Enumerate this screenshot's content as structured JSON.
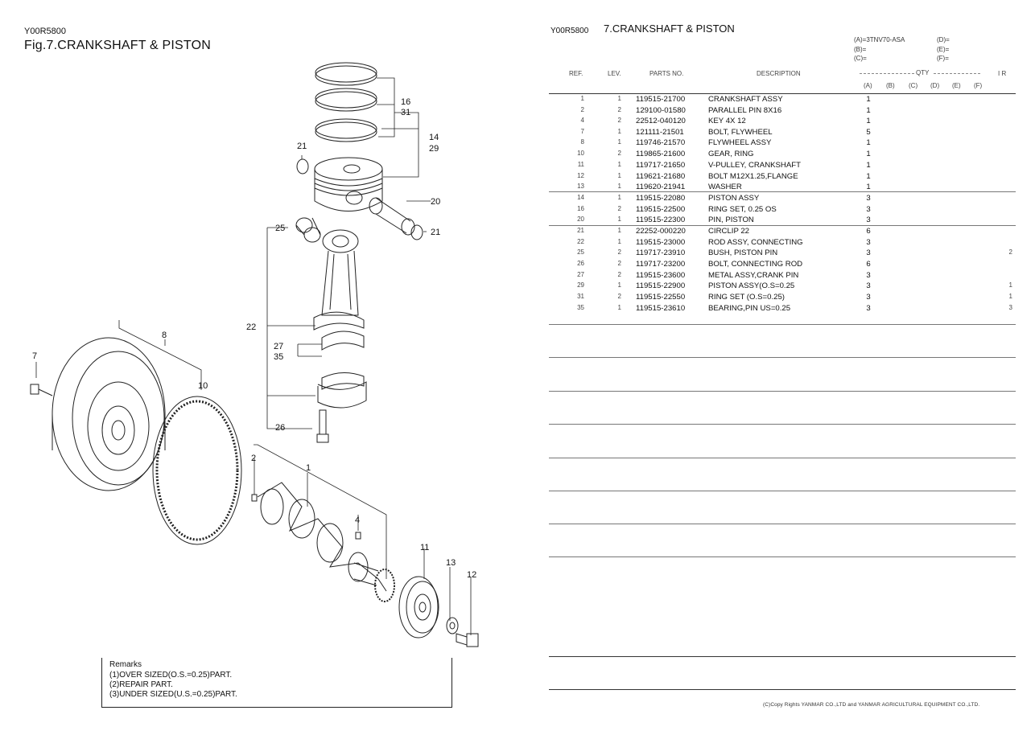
{
  "left_page": {
    "code": "Y00R5800",
    "title": "Fig.7.CRANKSHAFT & PISTON",
    "callouts": [
      "16",
      "31",
      "14",
      "29",
      "21",
      "20",
      "21",
      "25",
      "22",
      "27",
      "35",
      "26",
      "8",
      "7",
      "10",
      "2",
      "1",
      "4",
      "11",
      "13",
      "12"
    ],
    "remarks": {
      "heading": "Remarks",
      "lines": [
        "(1)OVER SIZED(O.S.=0.25)PART.",
        "(2)REPAIR PART.",
        "(3)UNDER SIZED(U.S.=0.25)PART."
      ]
    }
  },
  "right_page": {
    "code": "Y00R5800",
    "title": "7.CRANKSHAFT & PISTON",
    "models": {
      "a": "(A)=3TNV70-ASA",
      "b": "(B)=",
      "c": "(C)=",
      "d": "(D)=",
      "e": "(E)=",
      "f": "(F)="
    },
    "headers": {
      "ref": "REF.",
      "lev": "LEV.",
      "part": "PARTS NO.",
      "desc": "DESCRIPTION",
      "qty": "QTY",
      "ir": "I R",
      "qty_cols": [
        "(A)",
        "(B)",
        "(C)",
        "(D)",
        "(E)",
        "(F)"
      ]
    },
    "rows": [
      {
        "ref": "1",
        "lev": "1",
        "part": "119515-21700",
        "desc": "CRANKSHAFT ASSY",
        "qa": "1",
        "ir": ""
      },
      {
        "ref": "2",
        "lev": "2",
        "part": "129100-01580",
        "desc": "PARALLEL PIN 8X16",
        "qa": "1",
        "ir": ""
      },
      {
        "ref": "4",
        "lev": "2",
        "part": "22512-040120",
        "desc": "KEY  4X 12",
        "qa": "1",
        "ir": ""
      },
      {
        "ref": "7",
        "lev": "1",
        "part": "121111-21501",
        "desc": "BOLT, FLYWHEEL",
        "qa": "5",
        "ir": ""
      },
      {
        "ref": "8",
        "lev": "1",
        "part": "119746-21570",
        "desc": "FLYWHEEL ASSY",
        "qa": "1",
        "ir": ""
      },
      {
        "ref": "10",
        "lev": "2",
        "part": "119865-21600",
        "desc": "GEAR, RING",
        "qa": "1",
        "ir": ""
      },
      {
        "ref": "11",
        "lev": "1",
        "part": "119717-21650",
        "desc": "V-PULLEY, CRANKSHAFT",
        "qa": "1",
        "ir": ""
      },
      {
        "ref": "12",
        "lev": "1",
        "part": "119621-21680",
        "desc": "BOLT M12X1.25,FLANGE",
        "qa": "1",
        "ir": ""
      },
      {
        "ref": "13",
        "lev": "1",
        "part": "119620-21941",
        "desc": "WASHER",
        "qa": "1",
        "ir": ""
      },
      {
        "ref": "14",
        "lev": "1",
        "part": "119515-22080",
        "desc": "PISTON ASSY",
        "qa": "3",
        "ir": ""
      },
      {
        "ref": "16",
        "lev": "2",
        "part": "119515-22500",
        "desc": "RING SET, 0.25 OS",
        "qa": "3",
        "ir": ""
      },
      {
        "ref": "20",
        "lev": "1",
        "part": "119515-22300",
        "desc": "PIN, PISTON",
        "qa": "3",
        "ir": ""
      },
      {
        "ref": "21",
        "lev": "1",
        "part": "22252-000220",
        "desc": "CIRCLIP   22",
        "qa": "6",
        "ir": ""
      },
      {
        "ref": "22",
        "lev": "1",
        "part": "119515-23000",
        "desc": "ROD ASSY, CONNECTING",
        "qa": "3",
        "ir": ""
      },
      {
        "ref": "25",
        "lev": "2",
        "part": "119717-23910",
        "desc": "BUSH, PISTON PIN",
        "qa": "3",
        "ir": "2"
      },
      {
        "ref": "26",
        "lev": "2",
        "part": "119717-23200",
        "desc": "BOLT, CONNECTING ROD",
        "qa": "6",
        "ir": ""
      },
      {
        "ref": "27",
        "lev": "2",
        "part": "119515-23600",
        "desc": "METAL ASSY,CRANK PIN",
        "qa": "3",
        "ir": ""
      },
      {
        "ref": "29",
        "lev": "1",
        "part": "119515-22900",
        "desc": "PISTON ASSY(O.S=0.25",
        "qa": "3",
        "ir": "1"
      },
      {
        "ref": "31",
        "lev": "2",
        "part": "119515-22550",
        "desc": "RING SET (O.S=0.25)",
        "qa": "3",
        "ir": "1"
      },
      {
        "ref": "35",
        "lev": "1",
        "part": "119515-23610",
        "desc": "BEARING,PIN US=0.25",
        "qa": "3",
        "ir": "3"
      }
    ],
    "copyright": "(C)Copy Rights  YANMAR CO.,LTD and YANMAR AGRICULTURAL EQUIPMENT CO.,LTD."
  }
}
